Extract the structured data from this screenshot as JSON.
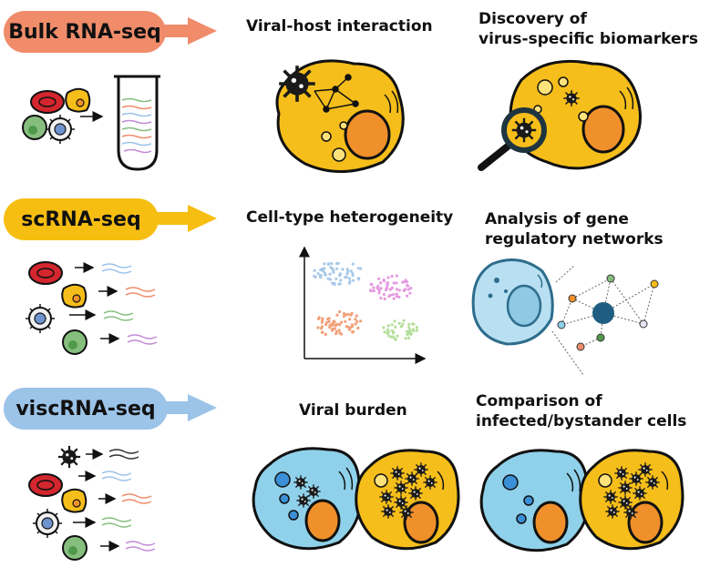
{
  "rows": [
    {
      "method": "Bulk RNA-seq",
      "color": "#F08C6A",
      "applications": [
        "Viral-host interaction",
        "Discovery of\nvirus-specific biomarkers"
      ]
    },
    {
      "method": "scRNA-seq",
      "color": "#F7BE12",
      "applications": [
        "Cell-type heterogeneity",
        "Analysis of gene\nregulatory networks"
      ]
    },
    {
      "method": "viscRNA-seq",
      "color": "#9CC3E8",
      "applications": [
        "Viral burden",
        "Comparison of\ninfected/bystander cells"
      ]
    }
  ],
  "colors": {
    "cell_yellow": "#F6BE1A",
    "cell_blue": "#8FD1EA",
    "nucleus": "#F0902A",
    "red_cell": "#D3262E",
    "green_cell": "#86BE7E",
    "virus": "#1A1A1A"
  }
}
